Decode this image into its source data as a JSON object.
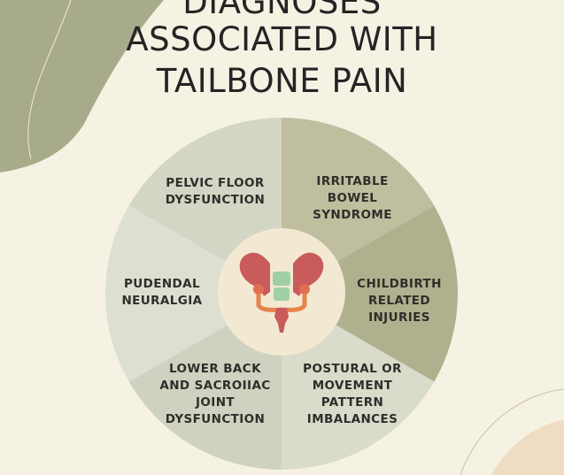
{
  "title": {
    "line1": "DIAGNOSES",
    "line2": "ASSOCIATED WITH",
    "line3": "TAILBONE PAIN"
  },
  "segments": [
    {
      "label": "PELVIC FLOOR\nDYSFUNCTION",
      "color": "#d3d5c5"
    },
    {
      "label": "IRRITABLE\nBOWEL\nSYNDROME",
      "color": "#bfbe9f"
    },
    {
      "label": "CHILDBIRTH\nRELATED\nINJURIES",
      "color": "#b0b08e"
    },
    {
      "label": "POSTURAL OR\nMOVEMENT\nPATTERN\nIMBALANCES",
      "color": "#d9dbcb"
    },
    {
      "label": "LOWER BACK\nAND SACROIIAC\nJOINT\nDYSFUNCTION",
      "color": "#cfd2c0"
    },
    {
      "label": "PUDENDAL\nNEURALGIA",
      "color": "#dddfd0"
    }
  ],
  "center_icon": "pelvis-icon",
  "colors": {
    "background": "#f5f2e4",
    "center": "#f3e9d3",
    "bone": "#c95b5b",
    "spine": "#9fd0a4",
    "nerve": "#e5844b"
  }
}
